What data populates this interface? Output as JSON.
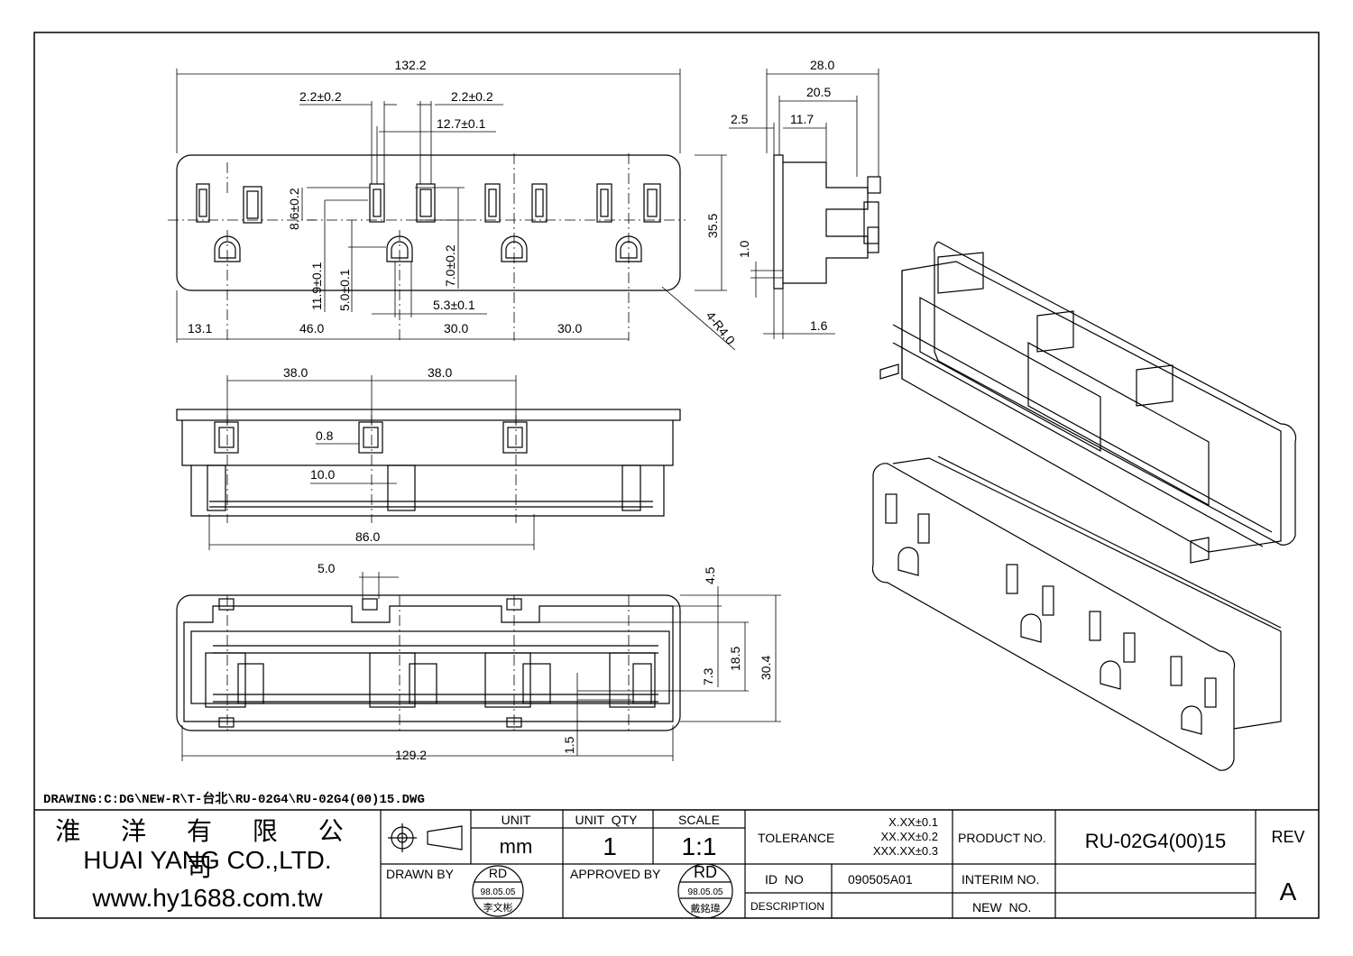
{
  "drawing_path": "DRAWING:C:DG\\NEW-R\\T-台北\\RU-02G4\\RU-02G4(00)15.DWG",
  "company": {
    "name_cn": "淮 洋 有 限 公 司",
    "name_en": "HUAI YANG CO.,LTD.",
    "website": "www.hy1688.com.tw"
  },
  "title_block": {
    "unit_label": "UNIT",
    "unit_value": "mm",
    "unit_qty_label": "UNIT  QTY",
    "unit_qty_value": "1",
    "scale_label": "SCALE",
    "scale_value": "1:1",
    "drawn_by_label": "DRAWN BY",
    "approved_by_label": "APPROVED BY",
    "stamp_drawn": {
      "top": "RD",
      "date": "98.05.05",
      "name": "李文彬"
    },
    "stamp_approved": {
      "top": "RD",
      "date": "98.05.05",
      "name": "戴銘瑋"
    },
    "tolerance_label": "TOLERANCE",
    "tolerance_values": [
      "X.XX±0.1",
      "XX.XX±0.2",
      "XXX.XX±0.3"
    ],
    "id_no_label": "ID  NO",
    "id_no_value": "090505A01",
    "description_label": "DESCRIPTION",
    "product_no_label": "PRODUCT NO.",
    "product_no_value": "RU-02G4(00)15",
    "interim_no_label": "INTERIM NO.",
    "new_no_label": "NEW  NO.",
    "rev_label": "REV",
    "rev_value": "A"
  },
  "dimensions": {
    "front_view": [
      "132.2",
      "2.2±0.2",
      "2.2±0.2",
      "12.7±0.1",
      "8.6±0.2",
      "35.5",
      "7.0±0.2",
      "11.9±0.1",
      "5.0±0.1",
      "5.3±0.1",
      "13.1",
      "46.0",
      "30.0",
      "30.0",
      "4-R4.0"
    ],
    "side_view": [
      "28.0",
      "20.5",
      "2.5",
      "11.7",
      "1.0",
      "1.6"
    ],
    "middle_view": [
      "38.0",
      "38.0",
      "0.8",
      "10.0",
      "86.0"
    ],
    "bottom_view": [
      "5.0",
      "4.5",
      "18.5",
      "30.4",
      "7.3",
      "1.5",
      "129.2"
    ]
  }
}
